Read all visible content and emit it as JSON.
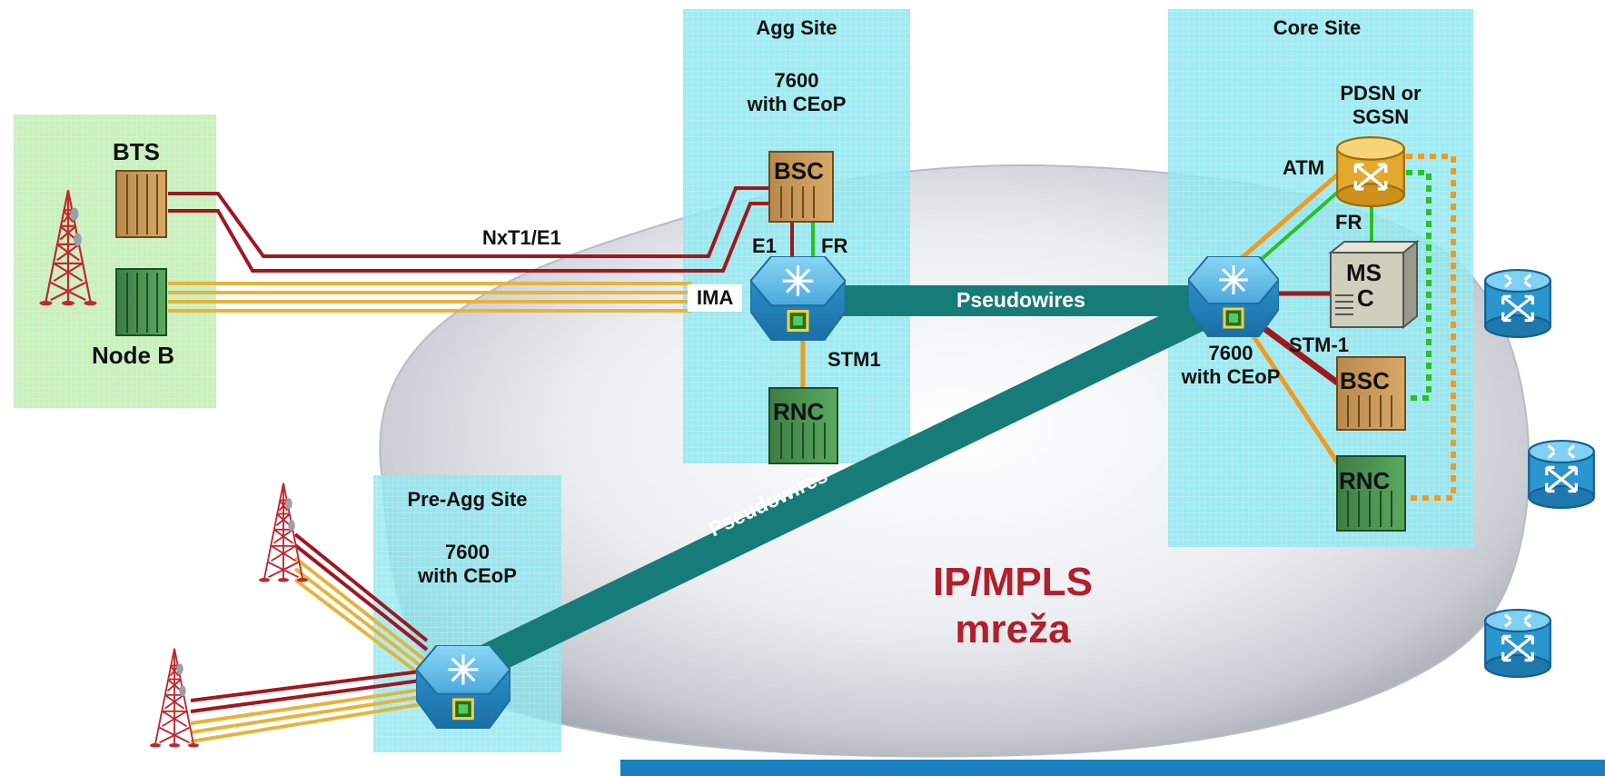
{
  "sites": {
    "agg": {
      "title": "Agg Site",
      "model": "7600",
      "model_note": "with CEoP"
    },
    "core": {
      "title": "Core Site",
      "model": "7600",
      "model_note": "with CEoP",
      "pdsn": "PDSN  or",
      "sgsn": "SGSN"
    },
    "preagg": {
      "title": "Pre-Agg Site",
      "model": "7600",
      "model_note": "with CEoP"
    }
  },
  "devices": {
    "bts": "BTS",
    "nodeb": "Node B",
    "bsc_agg": "BSC",
    "rnc_agg": "RNC",
    "msc_line1": "MS",
    "msc_line2": "C",
    "bsc_core": "BSC",
    "rnc_core": "RNC"
  },
  "links": {
    "nxt1e1": "NxT1/E1",
    "e1": "E1",
    "fr_agg": "FR",
    "ima": "IMA",
    "stm1": "STM1",
    "pseudowires_h": "Pseudowires",
    "pseudowires_d": "Pseudowires",
    "atm": "ATM",
    "fr_core": "FR",
    "stm_1": "STM-1"
  },
  "cloud": {
    "line1": "IP/MPLS",
    "line2": "mreža"
  },
  "colors": {
    "site_fill": "#8fe7ef",
    "ran_fill": "#c9f0bd",
    "pseudowire": "#177b78",
    "tdm_red": "#a0181f",
    "atm_orange": "#f29a1f",
    "gold": "#e6b43a",
    "green": "#26c226",
    "router_blue": "#2a95cf",
    "bottom_bar": "#1a7fc0",
    "mpls_text": "#b0202a"
  }
}
